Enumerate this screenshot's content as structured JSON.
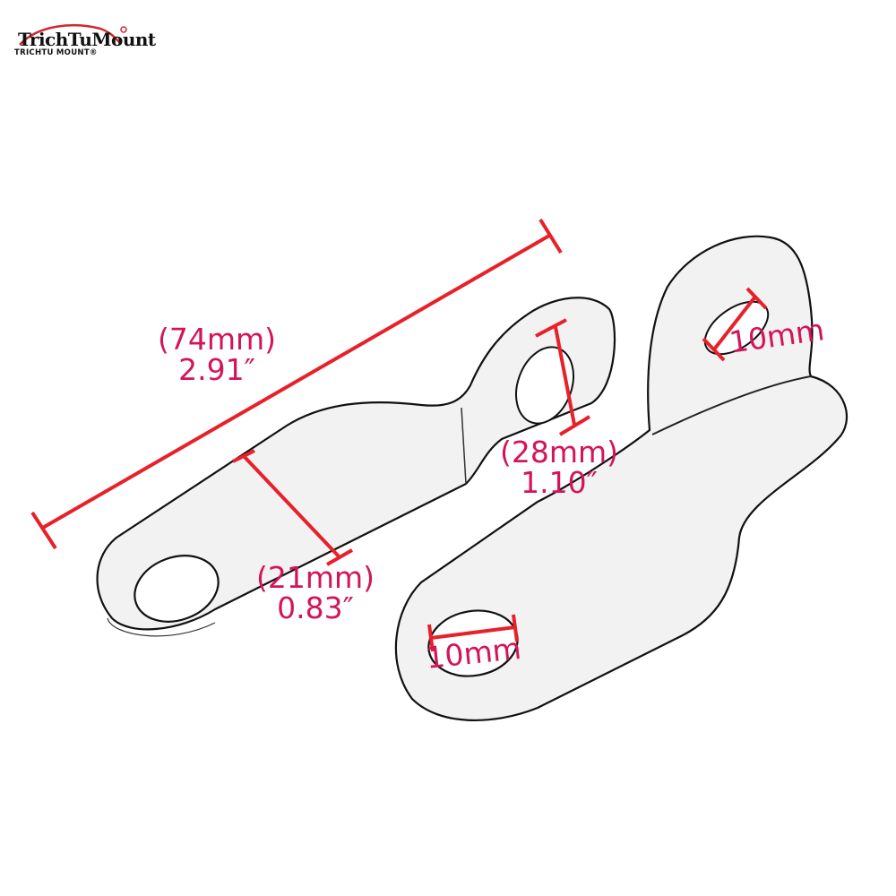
{
  "logo": {
    "brand_script": "TrichTuMount",
    "brand_sub": "TRICHTU MOUNT®",
    "accent_color": "#d0282e"
  },
  "colors": {
    "dimension_line": "#e8202a",
    "dimension_text": "#d4145a",
    "outline": "#111111",
    "part_fill": "#f2f2f2"
  },
  "dimensions": {
    "overall_length": {
      "metric": "(74mm)",
      "imperial": "2.91″"
    },
    "arm_width": {
      "metric": "(21mm)",
      "imperial": "0.83″"
    },
    "tab_width": {
      "metric": "(28mm)",
      "imperial": "1.10″"
    },
    "top_hole": {
      "metric": "10mm"
    },
    "bottom_hole": {
      "metric": "10mm"
    }
  }
}
